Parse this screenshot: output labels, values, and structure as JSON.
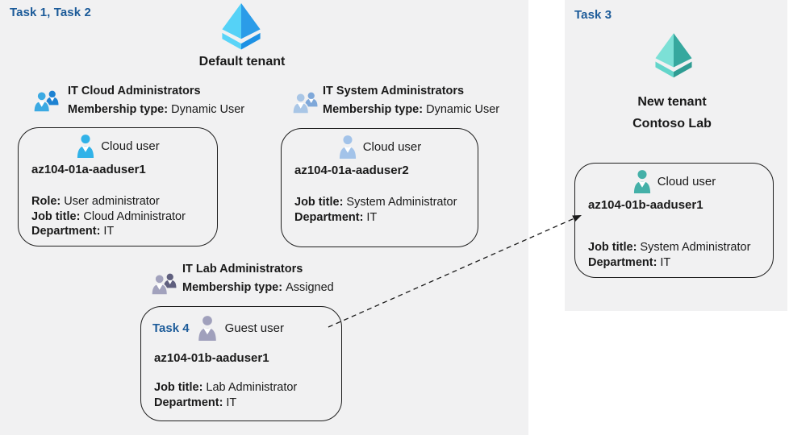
{
  "colors": {
    "panel_bg": "#f1f1f2",
    "task_blue": "#1c5b99",
    "text": "#1a1a1a",
    "card_border": "#1f1f1f",
    "arrow": "#1a1a1a"
  },
  "left": {
    "task_label": "Task 1, Task 2",
    "tenant_name": "Default tenant"
  },
  "right": {
    "task_label": "Task 3",
    "tenant_line1": "New tenant",
    "tenant_line2": "Contoso Lab"
  },
  "groups": [
    {
      "name": "IT Cloud Administrators",
      "membership_label": "Membership type:",
      "membership_value": "Dynamic User"
    },
    {
      "name": "IT System Administrators",
      "membership_label": "Membership type:",
      "membership_value": "Dynamic User"
    },
    {
      "name": "IT Lab Administrators",
      "membership_label": "Membership type:",
      "membership_value": "Assigned"
    }
  ],
  "cards": [
    {
      "user_type": "Cloud user",
      "username": "az104-01a-aaduser1",
      "fields": [
        {
          "label": "Role:",
          "value": "User administrator"
        },
        {
          "label": "Job title:",
          "value": "Cloud Administrator"
        },
        {
          "label": "Department:",
          "value": "IT"
        }
      ]
    },
    {
      "user_type": "Cloud user",
      "username": "az104-01a-aaduser2",
      "fields": [
        {
          "label": "Job title:",
          "value": "System Administrator"
        },
        {
          "label": "Department:",
          "value": "IT"
        }
      ]
    },
    {
      "task_label": "Task 4",
      "user_type": "Guest user",
      "username": "az104-01b-aaduser1",
      "fields": [
        {
          "label": "Job title:",
          "value": "Lab Administrator"
        },
        {
          "label": "Department:",
          "value": "IT"
        }
      ]
    },
    {
      "user_type": "Cloud user",
      "username": "az104-01b-aaduser1",
      "fields": [
        {
          "label": "Job title:",
          "value": "System Administrator"
        },
        {
          "label": "Department:",
          "value": "IT"
        }
      ]
    }
  ],
  "icons": {
    "tenant_default": {
      "light": "#55d2f7",
      "dark": "#2b9ce8",
      "rim_light": "#5ad4f8",
      "rim_dark": "#1d91e4"
    },
    "tenant_new": {
      "light": "#7ce0d6",
      "dark": "#36a89e",
      "rim_light": "#63d5ca",
      "rim_dark": "#2f9c93"
    },
    "group_cloud": {
      "front": "#3caae3",
      "back": "#1d82d2"
    },
    "group_system": {
      "front": "#a9c6e6",
      "back": "#7fa8d9"
    },
    "group_lab": {
      "front": "#a2a2bd",
      "back": "#5f5f7e"
    },
    "user_cloud_bright": "#31b2e8",
    "user_cloud_pale": "#a3c3e9",
    "user_guest": "#a0a0bc",
    "user_cloud_teal": "#44b0a8"
  }
}
